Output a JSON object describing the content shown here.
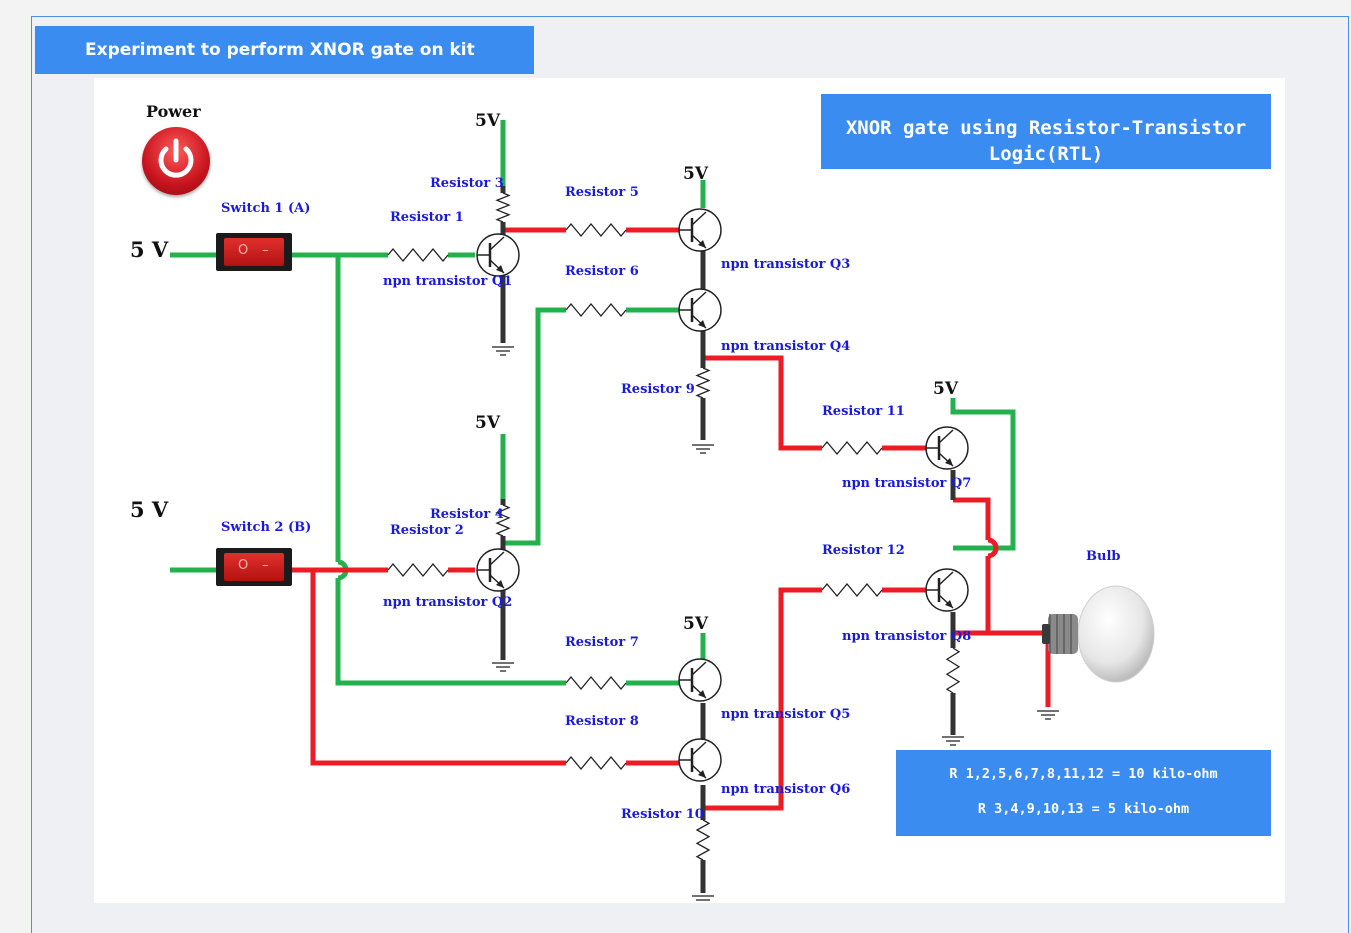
{
  "header": {
    "title": "Experiment to perform XNOR gate on kit"
  },
  "title_box": {
    "text": "XNOR gate using Resistor-Transistor Logic(RTL)"
  },
  "power": {
    "label": "Power",
    "icon": "power-icon"
  },
  "sources": {
    "input_a": "5 V",
    "input_b": "5 V",
    "supply": "5V"
  },
  "switches": [
    {
      "label": "Switch 1 (A)",
      "state": "off"
    },
    {
      "label": "Switch 2 (B)",
      "state": "off"
    }
  ],
  "resistors": {
    "r1": "Resistor 1",
    "r2": "Resistor 2",
    "r3": "Resistor 3",
    "r4": "Resistor 4",
    "r5": "Resistor 5",
    "r6": "Resistor 6",
    "r7": "Resistor 7",
    "r8": "Resistor 8",
    "r9": "Resistor 9",
    "r10": "Resistor 10",
    "r11": "Resistor 11",
    "r12": "Resistor 12"
  },
  "transistors": {
    "q1": "npn transistor Q1",
    "q2": "npn transistor Q2",
    "q3": "npn transistor Q3",
    "q4": "npn transistor Q4",
    "q5": "npn transistor Q5",
    "q6": "npn transistor Q6",
    "q7": "npn transistor Q7",
    "q8": "npn transistor Q8"
  },
  "bulb": {
    "label": "Bulb",
    "state": "off"
  },
  "info": {
    "line1": "R 1,2,5,6,7,8,11,12 = 10 kilo-ohm",
    "line2": "R 3,4,9,10,13 = 5 kilo-ohm"
  },
  "colors": {
    "wire_high": "#22b14c",
    "wire_low": "#ed1c24",
    "accent": "#3b8cf0",
    "label": "#1a1adb"
  }
}
